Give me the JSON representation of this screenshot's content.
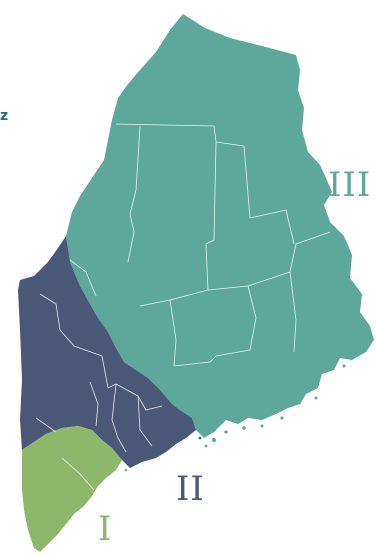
{
  "map": {
    "edge_text": "z",
    "regions": [
      {
        "id": "region-1",
        "label": "I",
        "color": "#8db86b",
        "label_color": "#8db86b"
      },
      {
        "id": "region-2",
        "label": "II",
        "color": "#4a5878",
        "label_color": "#4a5878"
      },
      {
        "id": "region-3",
        "label": "III",
        "color": "#5ea89b",
        "label_color": "#5ea89b"
      }
    ]
  }
}
